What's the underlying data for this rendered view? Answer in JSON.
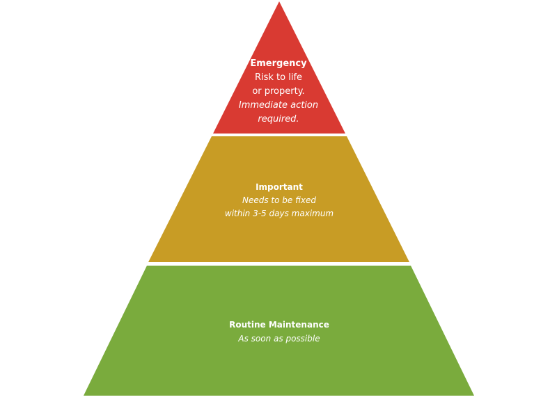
{
  "pyramid": {
    "tiers": [
      {
        "title": "Emergency",
        "line1": "Risk to life",
        "line2": "or property.",
        "line3": "Immediate action",
        "line4": "required.",
        "color": "#d93a32"
      },
      {
        "title": "Important",
        "line1": "Needs to be fixed",
        "line2": "within 3-5 days maximum",
        "color": "#c89c25"
      },
      {
        "title": "Routine Maintenance",
        "line1": "As soon as possible",
        "color": "#7aab3d"
      }
    ]
  }
}
